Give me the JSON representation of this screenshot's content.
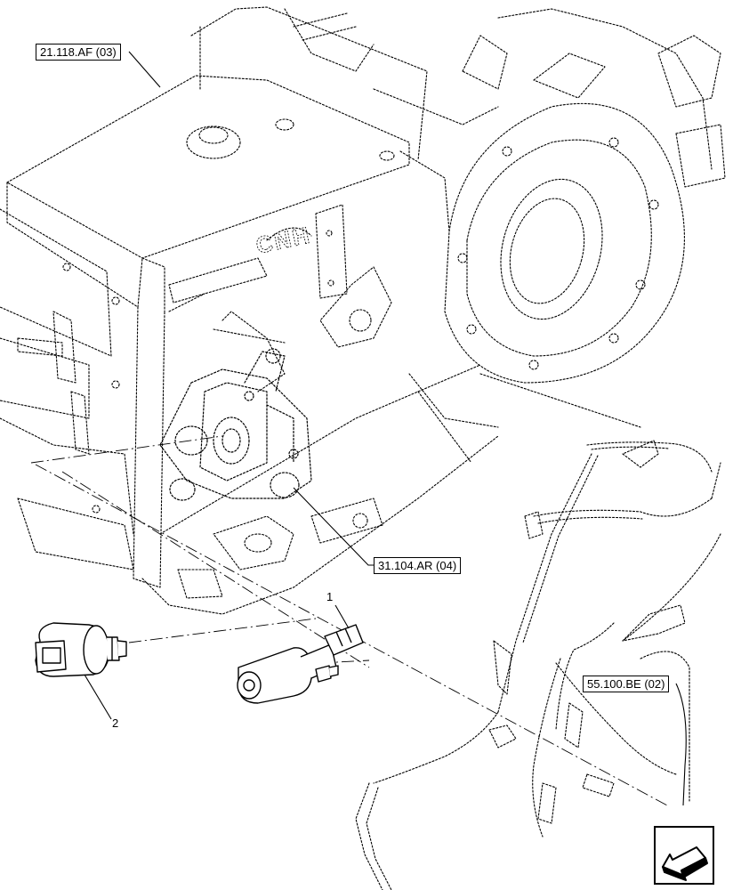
{
  "references": {
    "ref_top": "21.118.AF (03)",
    "ref_valve": "31.104.AR (04)",
    "ref_harness": "55.100.BE (02)"
  },
  "callouts": {
    "item_1": "1",
    "item_2": "2"
  },
  "casting_text": "CNH",
  "icons": {
    "navigation": "arrow-down-left-icon"
  }
}
